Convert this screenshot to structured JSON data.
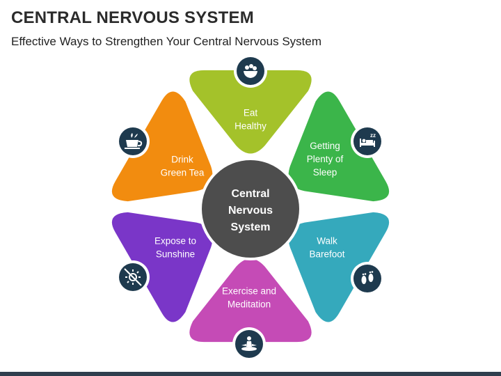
{
  "header": {
    "title": "CENTRAL NERVOUS SYSTEM",
    "subtitle": "Effective Ways to Strengthen Your Central Nervous System"
  },
  "center": {
    "lines": [
      "Central",
      "Nervous",
      "System"
    ],
    "color": "#4d4d4d"
  },
  "petals": [
    {
      "id": "eat-healthy",
      "lines": [
        "Eat",
        "Healthy"
      ],
      "color": "#a4c22a",
      "icon": "salad-bowl-icon"
    },
    {
      "id": "getting-plenty-of-sleep",
      "lines": [
        "Getting",
        "Plenty of",
        "Sleep"
      ],
      "color": "#3bb54a",
      "icon": "sleeping-bed-icon"
    },
    {
      "id": "walk-barefoot",
      "lines": [
        "Walk",
        "Barefoot"
      ],
      "color": "#35a9bc",
      "icon": "footprints-icon"
    },
    {
      "id": "exercise-and-meditation",
      "lines": [
        "Exercise and",
        "Meditation"
      ],
      "color": "#c54bb6",
      "icon": "meditation-icon"
    },
    {
      "id": "expose-to-sunshine",
      "lines": [
        "Expose to",
        "Sunshine"
      ],
      "color": "#7a36c8",
      "icon": "sun-crossed-icon"
    },
    {
      "id": "drink-green-tea",
      "lines": [
        "Drink",
        "Green Tea"
      ],
      "color": "#f28c0f",
      "icon": "tea-cup-icon"
    }
  ],
  "footer_color": "#2f3e4e"
}
